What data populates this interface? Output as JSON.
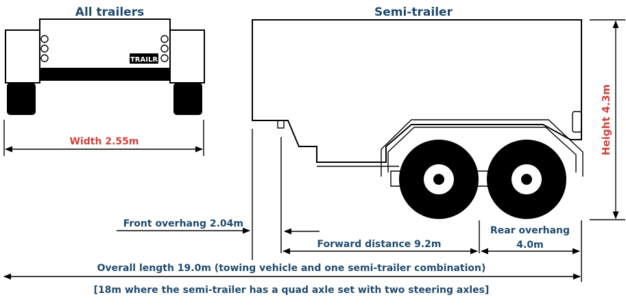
{
  "headings": {
    "all_trailers": "All trailers",
    "semi_trailer": "Semi-trailer"
  },
  "plate_text": "TRAILR",
  "dimensions": {
    "width": "Width 2.55m",
    "height": "Height 4.3m",
    "front_overhang": "Front overhang 2.04m",
    "forward_distance": "Forward distance 9.2m",
    "rear_overhang_line1": "Rear overhang",
    "rear_overhang_line2": "4.0m",
    "overall_length": "Overall length 19.0m (towing vehicle and one semi-trailer combination)",
    "overall_note": "[18m where the semi-trailer has a quad axle set with two steering axles]"
  },
  "colors": {
    "label_navy": "#1f4a6e",
    "label_red": "#d4403a",
    "line": "#000000"
  }
}
